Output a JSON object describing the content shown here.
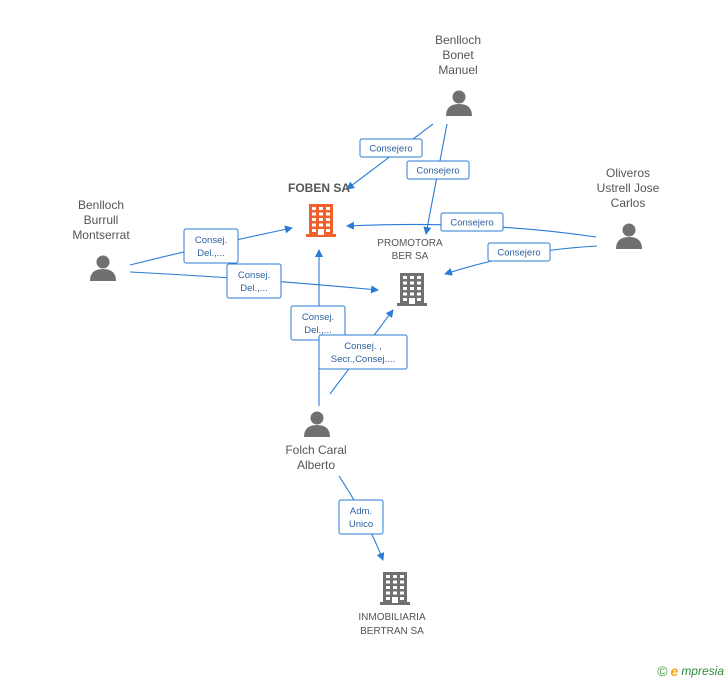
{
  "nodes": [
    {
      "id": "foben",
      "kind": "company-main",
      "lines": [
        "FOBEN SA"
      ]
    },
    {
      "id": "promotora",
      "kind": "company",
      "lines": [
        "PROMOTORA",
        "BER SA"
      ]
    },
    {
      "id": "inmobiliaria",
      "kind": "company",
      "lines": [
        "INMOBILIARIA",
        "BERTRAN SA"
      ]
    },
    {
      "id": "bonet",
      "kind": "person",
      "lines": [
        "Benlloch",
        "Bonet",
        "Manuel"
      ]
    },
    {
      "id": "burrull",
      "kind": "person",
      "lines": [
        "Benlloch",
        "Burrull",
        "Montserrat"
      ]
    },
    {
      "id": "oliveros",
      "kind": "person",
      "lines": [
        "Oliveros",
        "Ustrell Jose",
        "Carlos"
      ]
    },
    {
      "id": "folch",
      "kind": "person",
      "lines": [
        "Folch Caral",
        "Alberto"
      ]
    }
  ],
  "edges": [
    {
      "id": "bonet-foben",
      "from": "bonet",
      "to": "foben",
      "lines": [
        "Consejero"
      ]
    },
    {
      "id": "bonet-promotora",
      "from": "bonet",
      "to": "promotora",
      "lines": [
        "Consejero"
      ]
    },
    {
      "id": "oliveros-foben",
      "from": "oliveros",
      "to": "foben",
      "lines": [
        "Consejero"
      ]
    },
    {
      "id": "oliveros-promotora",
      "from": "oliveros",
      "to": "promotora",
      "lines": [
        "Consejero"
      ]
    },
    {
      "id": "burrull-foben",
      "from": "burrull",
      "to": "foben",
      "lines": [
        "Consej.",
        "Del.,..."
      ]
    },
    {
      "id": "burrull-promotora",
      "from": "burrull",
      "to": "promotora",
      "lines": [
        "Consej.",
        "Del.,..."
      ]
    },
    {
      "id": "folch-foben",
      "from": "folch",
      "to": "foben",
      "lines": [
        "Consej.",
        "Del.,..."
      ]
    },
    {
      "id": "folch-promotora",
      "from": "folch",
      "to": "promotora",
      "lines": [
        "Consej. ,",
        "Secr.,Consej...."
      ]
    },
    {
      "id": "folch-inmobiliaria",
      "from": "folch",
      "to": "inmobiliaria",
      "lines": [
        "Adm.",
        "Unico"
      ]
    }
  ],
  "footer": {
    "copyright": "©",
    "brand_initial": "e",
    "brand_rest": "mpresia"
  },
  "colors": {
    "edge": "#2b7bd6",
    "company_main": "#f0612e",
    "node": "#707070"
  }
}
